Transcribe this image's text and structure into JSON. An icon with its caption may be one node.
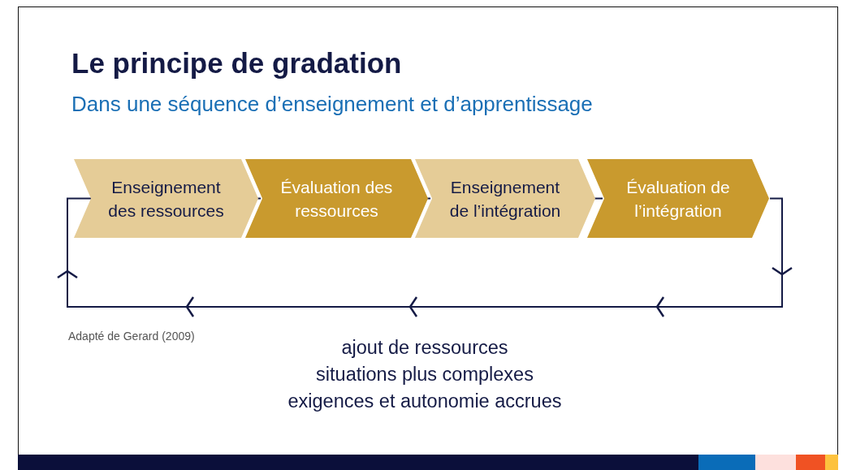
{
  "diagram": {
    "title": "Le principe de gradation",
    "nodes": [
      {
        "text": [
          "Enseignement des ressources"
        ]
      },
      {
        "text": [
          "Évaluation des ressources"
        ]
      },
      {
        "text": [
          "Enseignement de l’intégration"
        ]
      },
      {
        "text": [
          "Évaluation de l’intégration"
        ]
      }
    ],
    "edges": [
      {
        "from": 0,
        "to": 1,
        "arrow": "none"
      },
      {
        "from": 1,
        "to": 2,
        "arrow": "none"
      },
      {
        "from": 2,
        "to": 3,
        "arrow": "none"
      },
      {
        "from": 3,
        "to": 0,
        "arrow": "to"
      }
    ],
    "labels": [
      "Dans une séquence d’enseignement et d’apprentissage",
      "Adapté de Gerard (2009)",
      "ajout de ressources",
      "situations plus complexes",
      "exigences et autonomie accrues"
    ]
  }
}
